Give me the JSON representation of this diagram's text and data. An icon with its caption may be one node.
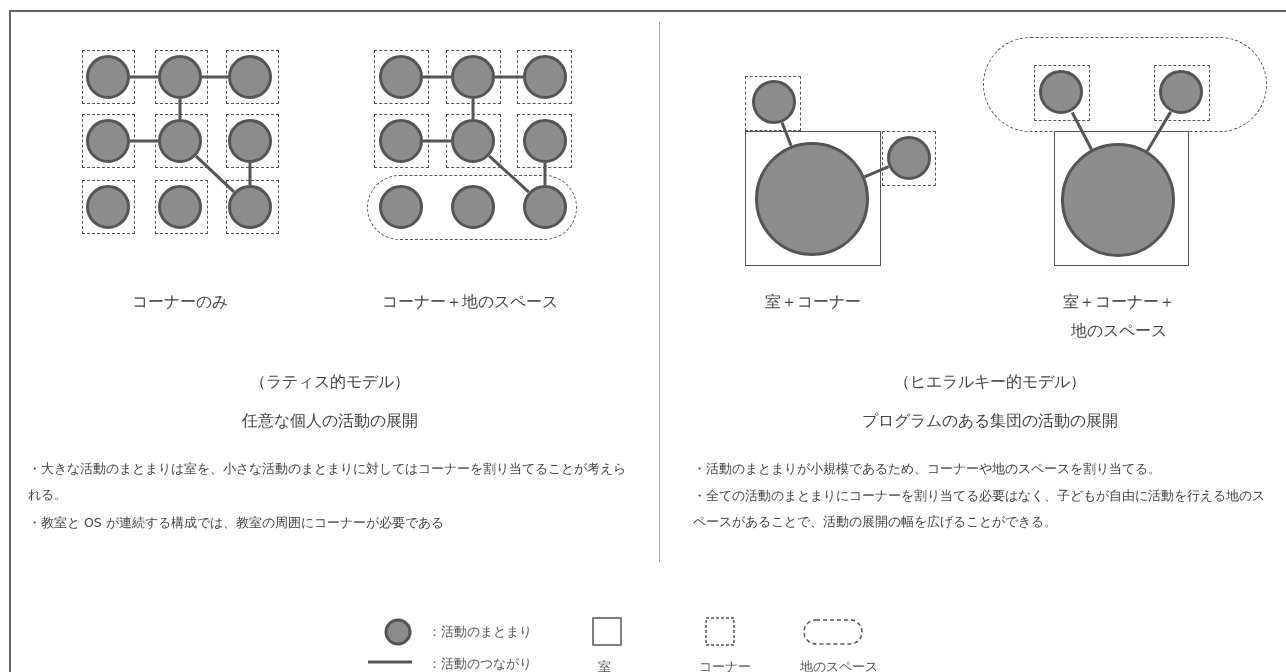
{
  "diagram": {
    "nodes": [
      {
        "text": [],
        "shape": "box"
      },
      {
        "text": [],
        "shape": "circle",
        "in": 0
      },
      {
        "text": [],
        "shape": "box"
      },
      {
        "text": [],
        "shape": "circle",
        "in": 2
      },
      {
        "text": [],
        "shape": "box"
      },
      {
        "text": [],
        "shape": "circle",
        "in": 4
      },
      {
        "text": [],
        "shape": "box"
      },
      {
        "text": [],
        "shape": "circle",
        "in": 6
      },
      {
        "text": [],
        "shape": "box"
      },
      {
        "text": [],
        "shape": "circle",
        "in": 8
      },
      {
        "text": [],
        "shape": "box"
      },
      {
        "text": [],
        "shape": "circle",
        "in": 10
      },
      {
        "text": [],
        "shape": "box"
      },
      {
        "text": [],
        "shape": "circle",
        "in": 12
      },
      {
        "text": [],
        "shape": "box"
      },
      {
        "text": [],
        "shape": "circle",
        "in": 14
      },
      {
        "text": [],
        "shape": "box"
      },
      {
        "text": [],
        "shape": "circle",
        "in": 16
      },
      {
        "text": [],
        "shape": "box"
      },
      {
        "text": [],
        "shape": "circle",
        "in": 18
      },
      {
        "text": [],
        "shape": "box"
      },
      {
        "text": [],
        "shape": "circle",
        "in": 20
      },
      {
        "text": [],
        "shape": "box"
      },
      {
        "text": [],
        "shape": "circle",
        "in": 22
      },
      {
        "text": [],
        "shape": "box"
      },
      {
        "text": [],
        "shape": "circle",
        "in": 24
      },
      {
        "text": [],
        "shape": "box"
      },
      {
        "text": [],
        "shape": "circle",
        "in": 26
      },
      {
        "text": [],
        "shape": "box"
      },
      {
        "text": [],
        "shape": "circle",
        "in": 28
      },
      {
        "text": [],
        "shape": "oval"
      },
      {
        "text": [],
        "shape": "circle",
        "in": 30
      },
      {
        "text": [],
        "shape": "circle",
        "in": 30
      },
      {
        "text": [],
        "shape": "circle",
        "in": 30
      },
      {
        "text": [],
        "shape": "box"
      },
      {
        "text": [],
        "shape": "circle",
        "in": 34
      },
      {
        "text": [],
        "shape": "box"
      },
      {
        "text": [],
        "shape": "circle",
        "in": 36
      },
      {
        "text": [],
        "shape": "box"
      },
      {
        "text": [],
        "shape": "circle",
        "in": 38
      },
      {
        "text": [],
        "shape": "oval"
      },
      {
        "text": [],
        "shape": "box",
        "in": 40
      },
      {
        "text": [],
        "shape": "circle",
        "in": 41
      },
      {
        "text": [],
        "shape": "box",
        "in": 40
      },
      {
        "text": [],
        "shape": "circle",
        "in": 43
      },
      {
        "text": [],
        "shape": "box"
      },
      {
        "text": [],
        "shape": "circle",
        "in": 45
      }
    ],
    "edges": [
      {
        "from": 1,
        "to": 3,
        "arrow": "none"
      },
      {
        "from": 3,
        "to": 5,
        "arrow": "none"
      },
      {
        "from": 3,
        "to": 9,
        "arrow": "none"
      },
      {
        "from": 7,
        "to": 9,
        "arrow": "none"
      },
      {
        "from": 9,
        "to": 17,
        "arrow": "none"
      },
      {
        "from": 11,
        "to": 17,
        "arrow": "none"
      },
      {
        "from": 19,
        "to": 21,
        "arrow": "none"
      },
      {
        "from": 21,
        "to": 23,
        "arrow": "none"
      },
      {
        "from": 21,
        "to": 27,
        "arrow": "none"
      },
      {
        "from": 25,
        "to": 27,
        "arrow": "none"
      },
      {
        "from": 27,
        "to": 33,
        "arrow": "none"
      },
      {
        "from": 29,
        "to": 33,
        "arrow": "none"
      },
      {
        "from": 35,
        "to": 37,
        "arrow": "none"
      },
      {
        "from": 37,
        "to": 39,
        "arrow": "none"
      },
      {
        "from": 42,
        "to": 46,
        "arrow": "none"
      },
      {
        "from": 44,
        "to": 46,
        "arrow": "none"
      }
    ],
    "labels": [
      "コーナーのみ",
      "コーナー＋地のスペース",
      "室＋コーナー",
      "室＋コーナー＋地のスペース",
      "（ラティス的モデル）",
      "（ヒエラルキー的モデル）",
      "任意な個人の活動の展開",
      "プログラムのある集団の活動の展開",
      "・大きな活動のまとまりは室を、小さな活動のまとまりに対してはコーナーを割り当てることが考えられる。",
      "・活動のまとまりが小規模であるため、コーナーや地のスペースを割り当てる。",
      "・教室と OS が連続する構成では、教室の周囲にコーナーが必要である",
      "・全ての活動のまとまりにコーナーを割り当てる必要はなく、子どもが自由に活動を行える地のスペースがあることで、活動の展開の幅を広げることができる。"
    ],
    "legend": [
      {
        "text": "：活動のまとまり"
      },
      {
        "text": "：活動のつながり"
      },
      {
        "text": "室"
      },
      {
        "text": "コーナー"
      },
      {
        "text": "地のスペース"
      }
    ]
  }
}
